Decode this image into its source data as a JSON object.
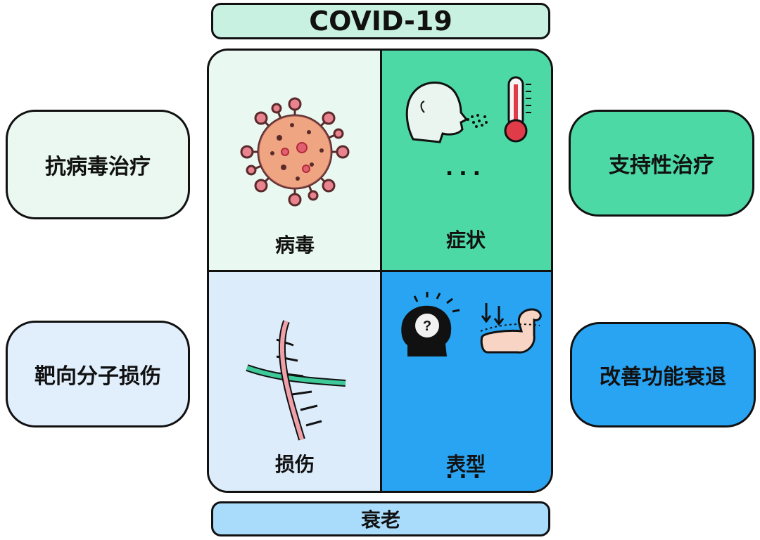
{
  "title": "COVID-19",
  "bottom_label": "衰老",
  "quadrants": {
    "virus": {
      "label": "病毒"
    },
    "symptom": {
      "label": "症状",
      "more": "..."
    },
    "damage": {
      "label": "损伤"
    },
    "phenotype": {
      "label": "表型",
      "more": "..."
    }
  },
  "side_boxes": {
    "antiviral": "抗病毒治疗",
    "targeted": "靶向分子损伤",
    "supportive": "支持性治疗",
    "aging": "改善功能衰退"
  },
  "icons": {
    "virus": "coronavirus-icon",
    "cough": "coughing-head-icon",
    "fever": "thermometer-icon",
    "dna": "dna-double-helix-icon",
    "cognition": "head-brain-question-icon",
    "muscle": "muscle-arm-weakness-icon"
  },
  "colors": {
    "banner_top": "#c8f1e2",
    "banner_bottom": "#a9dcfb",
    "virus_bg": "#e9f8f1",
    "symptom_bg": "#4dd9a5",
    "damage_bg": "#dcecfb",
    "phenotype_bg": "#29a4f3"
  }
}
